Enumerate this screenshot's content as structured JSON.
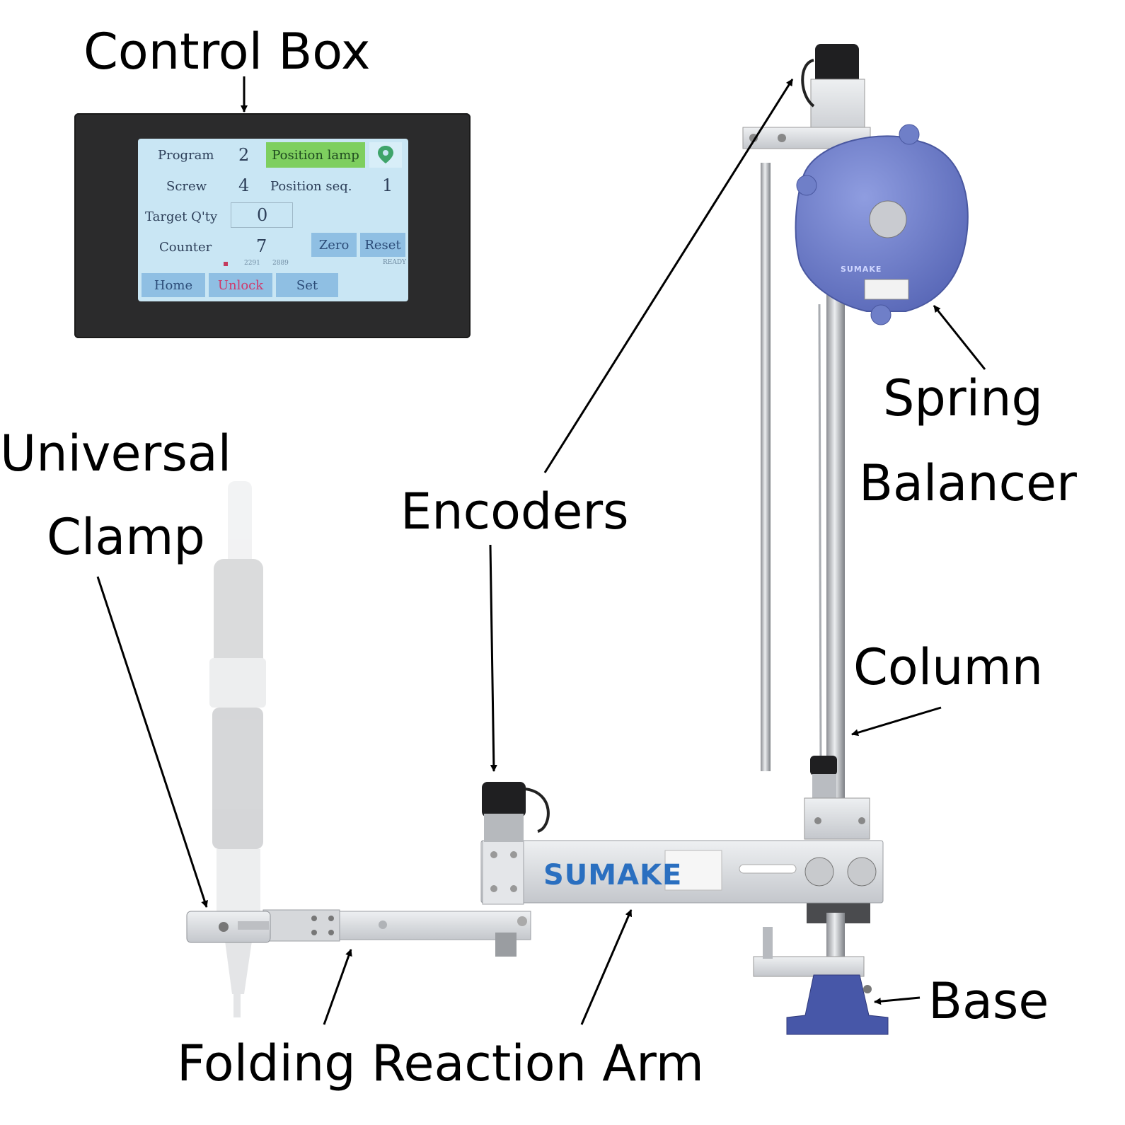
{
  "labels": {
    "control_box": "Control Box",
    "spring_balancer_line1": "Spring",
    "spring_balancer_line2": "Balancer",
    "universal_clamp_line1": "Universal",
    "universal_clamp_line2": "Clamp",
    "encoders": "Encoders",
    "column": "Column",
    "base": "Base",
    "folding_reaction_arm": "Folding Reaction Arm"
  },
  "screen": {
    "program_label": "Program",
    "program_value": "2",
    "position_lamp_button": "Position lamp",
    "screw_label": "Screw",
    "screw_value": "4",
    "position_seq_label": "Position seq.",
    "position_seq_value": "1",
    "target_qty_label": "Target Q'ty",
    "target_qty_value": "0",
    "counter_label": "Counter",
    "counter_value": "7",
    "zero_button": "Zero",
    "reset_button": "Reset",
    "small_a": "2291",
    "small_b": "2889",
    "status": "READY",
    "home_button": "Home",
    "unlock_button": "Unlock",
    "set_button": "Set"
  },
  "device": {
    "brand_arm": "SUMAKE",
    "brand_balancer": "SUMAKE"
  },
  "colors": {
    "balancer_blue": "#6f7fc8",
    "base_blue": "#4757a8",
    "arm_silver": "#dcdde0",
    "screen_bg": "#c9e6f4",
    "box_black": "#2b2b2c"
  }
}
